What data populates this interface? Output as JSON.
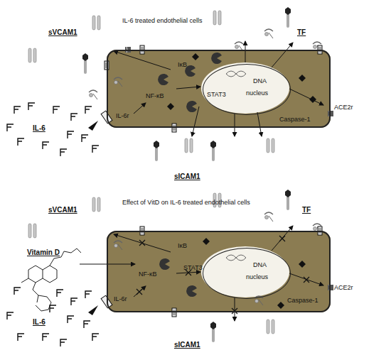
{
  "diagram": {
    "nodes": [
      {
        "text": [
          "IL-6 treated endothelial cells"
        ]
      },
      {
        "text": [
          "DNA",
          "nucleus"
        ],
        "in": 0
      },
      {
        "text": [
          "Effect of VitD on IL-6 treated endothelial cells"
        ]
      },
      {
        "text": [
          "DNA",
          "nucleus"
        ],
        "in": 2
      }
    ],
    "labels": [
      "sVCAM1",
      "TF",
      "IκB",
      "NF-κB",
      "STAT3",
      "ACE2r",
      "Caspase-1",
      "IL-6",
      "IL-6r",
      "sICAM1",
      "sVCAM1",
      "TF",
      "Vitamin D",
      "IκB",
      "NF-κB",
      "STAT3",
      "Caspase-1",
      "ACE2r",
      "IL-6",
      "IL-6r",
      "sICAM1"
    ]
  }
}
